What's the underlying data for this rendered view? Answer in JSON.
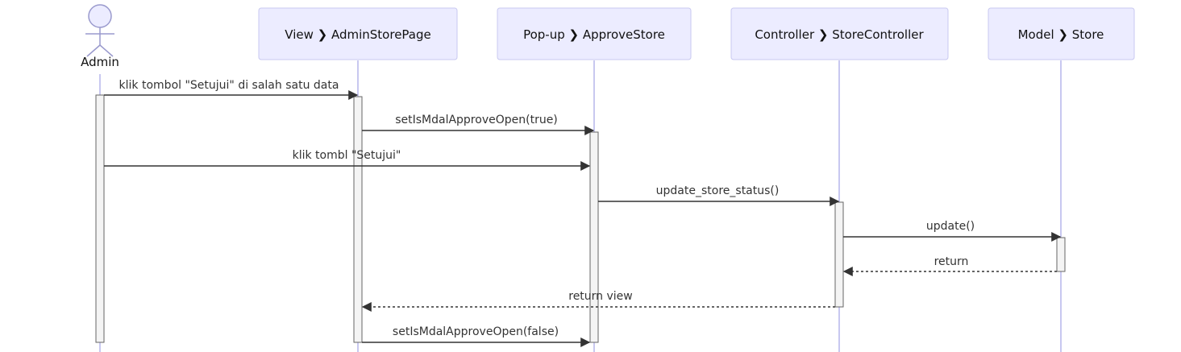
{
  "participants": [
    {
      "id": "admin",
      "label": "Admin",
      "kind": "actor"
    },
    {
      "id": "view",
      "label": "View ❯ AdminStorePage",
      "kind": "box"
    },
    {
      "id": "popup",
      "label": "Pop-up ❯ ApproveStore",
      "kind": "box"
    },
    {
      "id": "controller",
      "label": "Controller ❯ StoreController",
      "kind": "box"
    },
    {
      "id": "model",
      "label": "Model ❯ Store",
      "kind": "box"
    }
  ],
  "messages": [
    {
      "from": "admin",
      "to": "view",
      "label": "klik tombol \"Setujui\" di salah satu data",
      "style": "solid"
    },
    {
      "from": "view",
      "to": "popup",
      "label": "setIsMdalApproveOpen(true)",
      "style": "solid"
    },
    {
      "from": "admin",
      "to": "popup",
      "label": "klik tombl \"Setujui\"",
      "style": "solid"
    },
    {
      "from": "popup",
      "to": "controller",
      "label": "update_store_status()",
      "style": "solid"
    },
    {
      "from": "controller",
      "to": "model",
      "label": "update()",
      "style": "solid"
    },
    {
      "from": "model",
      "to": "controller",
      "label": "return",
      "style": "dashed"
    },
    {
      "from": "controller",
      "to": "view",
      "label": "return view",
      "style": "dashed"
    },
    {
      "from": "view",
      "to": "popup",
      "label": "setIsMdalApproveOpen(false)",
      "style": "solid"
    }
  ],
  "colors": {
    "box_fill": "#ECECFF",
    "box_stroke": "#C8C8F0",
    "lifeline": "#C8C8F0",
    "activation_fill": "#F4F4F4",
    "line": "#333333"
  }
}
